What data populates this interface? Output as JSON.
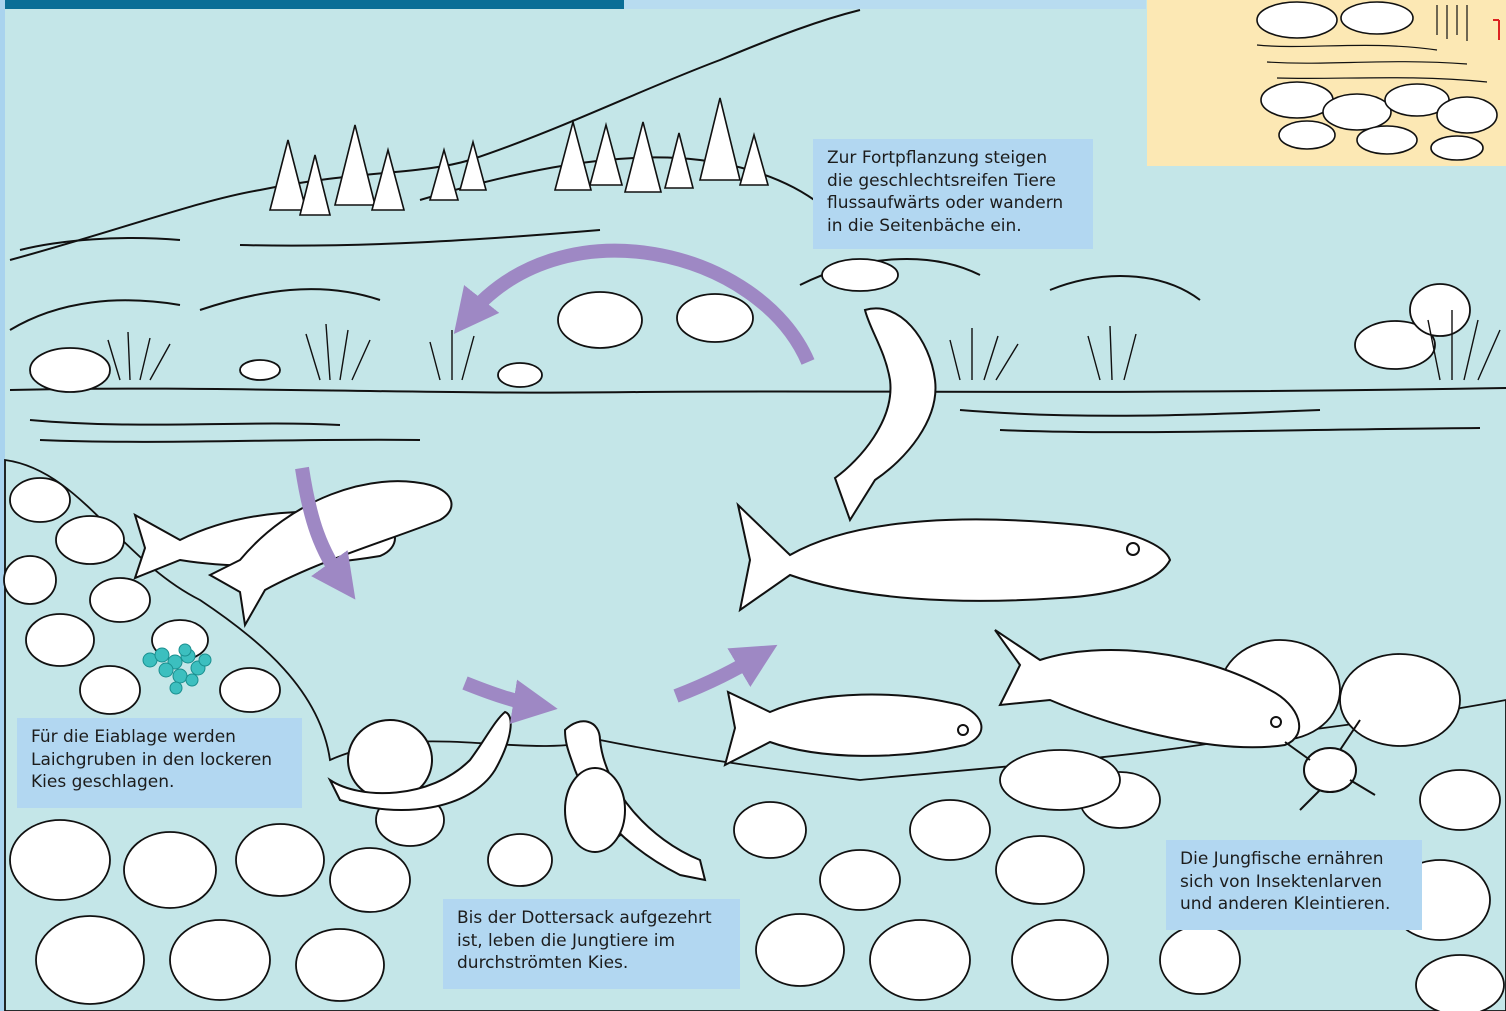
{
  "captions": {
    "spawning_migration": "Zur Fortpflanzung steigen\ndie geschlechtsreifen Tiere\nflussaufwärts oder wandern\nin die Seitenbäche ein.",
    "egg_laying": "Für die Eiablage werden\nLaichgruben in den lockeren\nKies geschlagen.",
    "yolk_sac_stage": "Bis der Dottersack aufgezehrt\nist, leben die Jungtiere im\ndurchströmten Kies.",
    "juvenile_feeding": "Die Jungfische ernähren\nsich von Insektenlarven\nund anderen Kleintieren."
  },
  "colors": {
    "water": "#c4e6e8",
    "caption_box": "#b2d7f1",
    "arrow": "#9e88c4",
    "eggs": "#3cbfbf",
    "header_dark": "#0a6e96",
    "header_light": "#b8dcf0",
    "inset_bg": "#fce8b4",
    "line_art": "#111111"
  },
  "icons": [
    "cycle-arrow-icon",
    "down-arrow-icon",
    "right-arrow-icon",
    "up-right-arrow-icon"
  ]
}
